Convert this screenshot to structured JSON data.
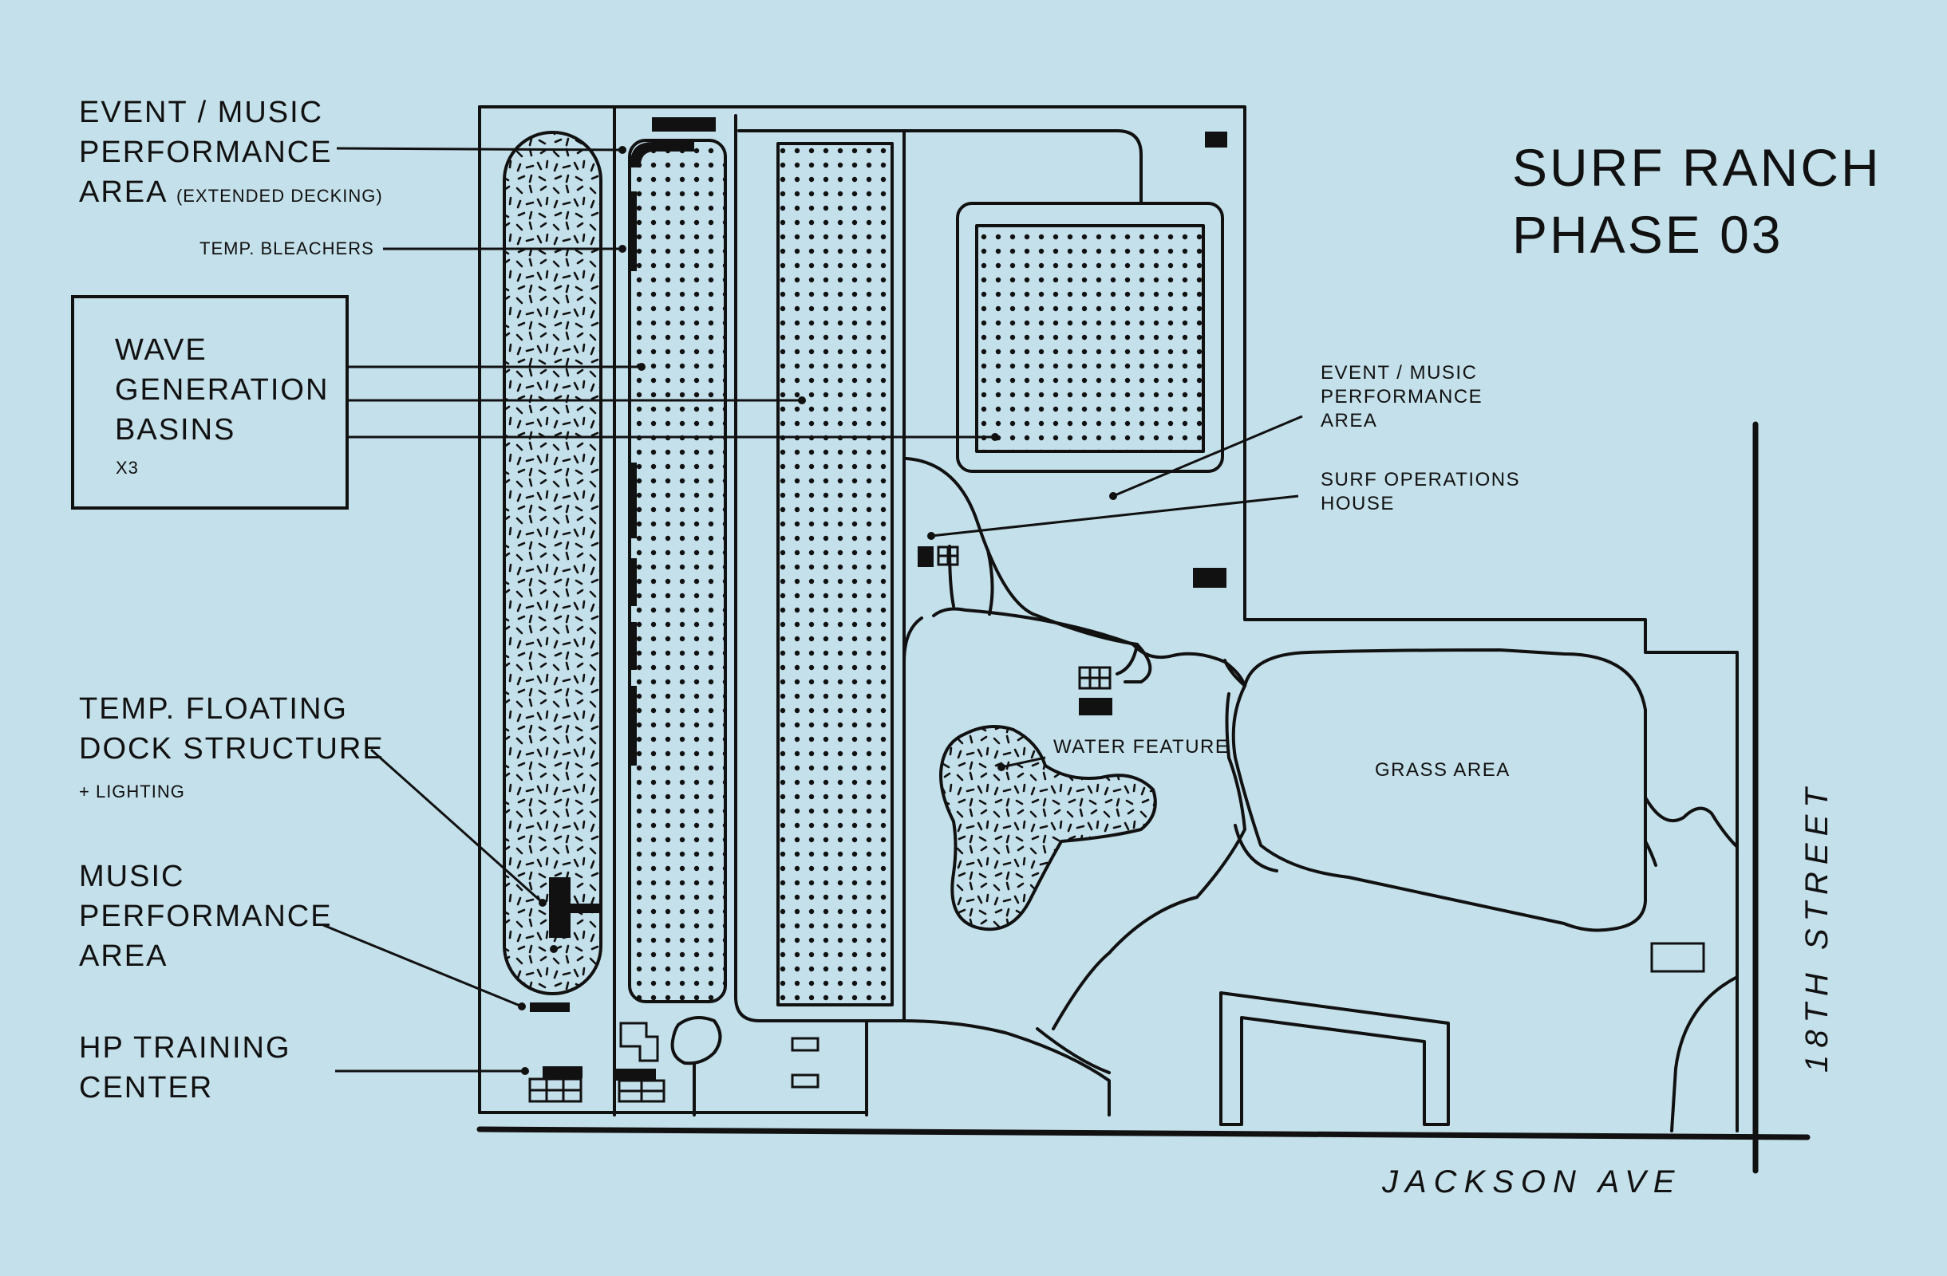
{
  "map_title": {
    "line1": "SURF RANCH",
    "line2": "PHASE 03"
  },
  "labels": {
    "event_music_left": {
      "line1": "EVENT / MUSIC",
      "line2": "PERFORMANCE",
      "line3": "AREA",
      "suffix": "(EXTENDED DECKING)"
    },
    "temp_bleachers": "TEMP. BLEACHERS",
    "wave_basins": {
      "line1": "WAVE",
      "line2": "GENERATION",
      "line3": "BASINS",
      "count": "X3"
    },
    "floating_dock": {
      "line1": "TEMP. FLOATING",
      "line2": "DOCK STRUCTURE",
      "note": "+ LIGHTING"
    },
    "music_performance": {
      "line1": "MUSIC",
      "line2": "PERFORMANCE",
      "line3": "AREA"
    },
    "hp_training": {
      "line1": "HP TRAINING",
      "line2": "CENTER"
    },
    "event_music_right": {
      "line1": "EVENT / MUSIC",
      "line2": "PERFORMANCE",
      "line3": "AREA"
    },
    "surf_operations": {
      "line1": "SURF OPERATIONS",
      "line2": "HOUSE"
    },
    "water_feature": "WATER FEATURE",
    "grass_area": "GRASS AREA"
  },
  "streets": {
    "jackson": "JACKSON AVE",
    "eighteenth": "18TH STREET"
  },
  "colors": {
    "background": "#c4e0ea",
    "ink": "#111111"
  }
}
